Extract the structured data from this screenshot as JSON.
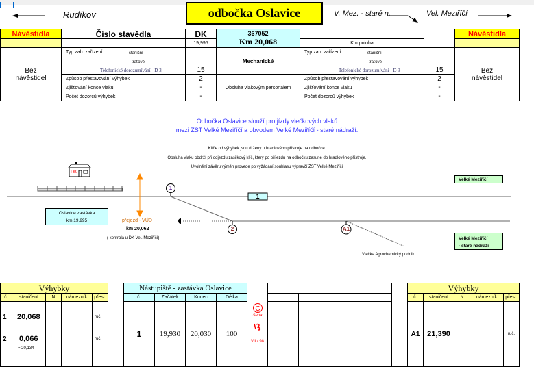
{
  "header": {
    "left_dir": "Rudíkov",
    "title": "odbočka  Oslavice",
    "mid_dir": "V. Mez. - staré n.",
    "right_dir": "Vel.  Meziříčí"
  },
  "info": {
    "signals_label": "Návěstidla",
    "signals_value": "Bez návěstidel",
    "box_label": "Číslo  stavědla",
    "dk": "DK",
    "dk_km": "19,995",
    "code": "367052",
    "km": "Km  20,068",
    "km_position": "Km  poloha",
    "typ": "Typ  zab.  zařízení  :",
    "stanicni": "staniční",
    "tratove": "traťové",
    "telefon": "Telefonické  dorozumívání  -  D 3",
    "telefon_val": "15",
    "mechanicke": "Mechanické",
    "zpusob": "Způsob  přestavování  výhybek",
    "zpusob_val": "2",
    "konec": "Zjišťování  konce  vlaku",
    "konec_val": "-",
    "dozorcu": "Počet  dozorců  výhybek",
    "dozorcu_val": "-",
    "obsluha": "Obsluha  vlakovým  personálem"
  },
  "notes": {
    "blue1": "Odbočka  Oslavice  slouží  pro  jízdy  vlečkových  vlaků",
    "blue2": "mezi  ŽST  Velké  Meziříčí  a  obvodem  Velké  Meziříčí  - staré  nádraží.",
    "n1": "Klíče  od  výhybek  jsou  drženy  u  hradlového  přístroje  na  odbočce.",
    "n2": "Obsluha  vlaku  obdrží  při  odjezdu  zásilkový  klíč,  který  po  příjezdu  na  odbočku  zasune  do  hradlového  přístroje.",
    "n3": "Uvolnění  závěru  výměn  provede  po  vyžádání  souhlasu  výpravčí  ŽST  Velké  Meziříčí"
  },
  "diagram": {
    "house": "DK",
    "track": "1",
    "stop": "Oslavice zastávka",
    "stop_km": "km  19,995",
    "crossing": "přejezd - VÚD",
    "crossing_km": "km  20,062",
    "crossing_note": "( kontrola u DK Vel. Meziříčí)",
    "sw1": "1",
    "sw2": "2",
    "swA1": "A1",
    "siding": "Vlečka  Agrochemický  podnik",
    "dest1": "Velké  Meziříčí",
    "dest2a": "Velké  Meziříčí",
    "dest2b": "- staré  nádraží"
  },
  "switches_left": {
    "title": "Výhybky",
    "cols": [
      "č.",
      "staničení",
      "N",
      "námezník",
      "přest."
    ],
    "rows": [
      {
        "n": "1",
        "km": "20,068",
        "p": "ruč."
      },
      {
        "n": "2",
        "km": "0,066",
        "km2": "=  20,134",
        "p": "ruč."
      }
    ]
  },
  "platform": {
    "title": "Nástupiště  -  zastávka Oslavice",
    "cols": [
      "č.",
      "Začátek",
      "Konec",
      "Délka"
    ],
    "row": {
      "n": "1",
      "start": "19,930",
      "end": "20,030",
      "len": "100"
    }
  },
  "stamp": {
    "name": "Sena",
    "date": "VII / 98"
  },
  "switches_right": {
    "title": "Výhybky",
    "cols": [
      "č.",
      "staničení",
      "N",
      "námezník",
      "přest."
    ],
    "rows": [
      {
        "n": "A1",
        "km": "21,390",
        "p": "ruč."
      }
    ]
  },
  "colors": {
    "yellow": "#ffff00",
    "lightyellow": "#ffff99",
    "cyan": "#ccffff",
    "green": "#ccffcc",
    "red": "#ff0000",
    "blue": "#3333ff"
  }
}
